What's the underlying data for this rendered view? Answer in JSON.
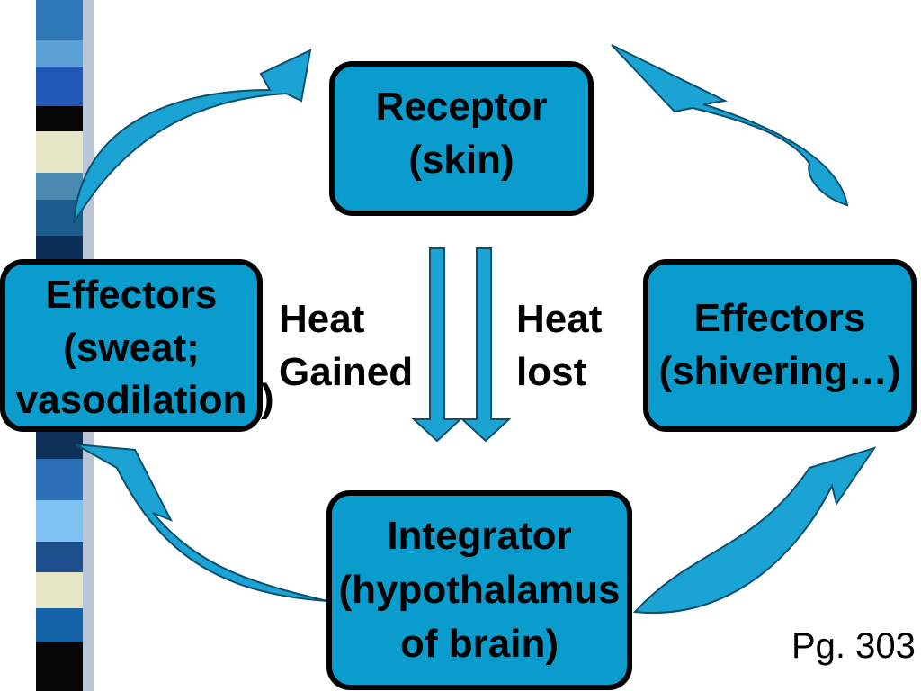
{
  "diagram": {
    "nodes": {
      "receptor": "Receptor\n(skin)",
      "effector_left": "Effectors\n(sweat;\nvasodilation",
      "effector_left_suffix": ")",
      "effector_right": "Effectors\n(shivering…)",
      "integrator": "Integrator\n(hypothalamus\nof brain)"
    },
    "labels": {
      "heat_gained": "Heat\nGained",
      "heat_lost": "Heat\nlost"
    },
    "page_ref": "Pg. 303"
  },
  "colors": {
    "node_fill": "#0a9ccc",
    "node_border": "#000000",
    "arrow_fill": "#1ba3d4",
    "arrow_stroke": "#0b4f6e"
  }
}
